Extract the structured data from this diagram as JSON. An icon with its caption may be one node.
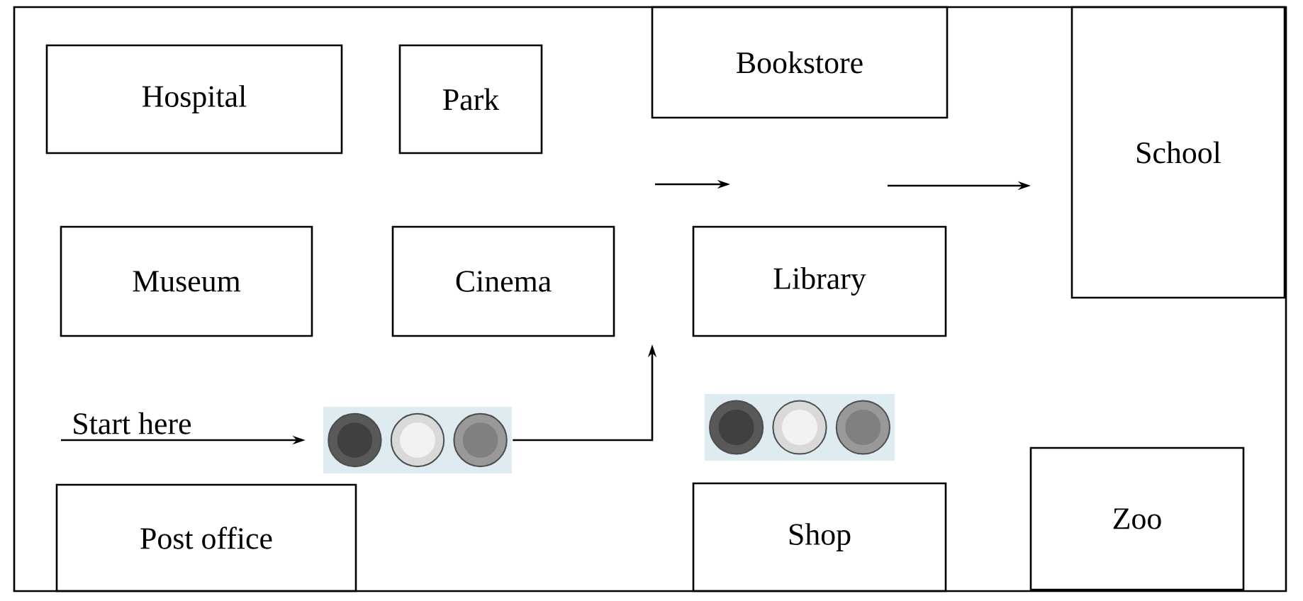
{
  "diagram": {
    "nodes": [
      {
        "text": [
          "Hospital"
        ]
      },
      {
        "text": [
          "Park"
        ]
      },
      {
        "text": [
          "Bookstore"
        ]
      },
      {
        "text": [
          "School"
        ]
      },
      {
        "text": [
          "Museum"
        ]
      },
      {
        "text": [
          "Cinema"
        ]
      },
      {
        "text": [
          "Library"
        ]
      },
      {
        "text": [],
        "shape": "picture"
      },
      {
        "text": [],
        "shape": "picture"
      },
      {
        "text": [
          "Post office"
        ]
      },
      {
        "text": [
          "Shop"
        ]
      },
      {
        "text": [
          "Zoo"
        ]
      }
    ],
    "edges": [
      {
        "from": null,
        "to": 7,
        "arrow": "to",
        "label": "Start here"
      },
      {
        "from": 7,
        "to": null,
        "arrow": "to"
      }
    ]
  }
}
